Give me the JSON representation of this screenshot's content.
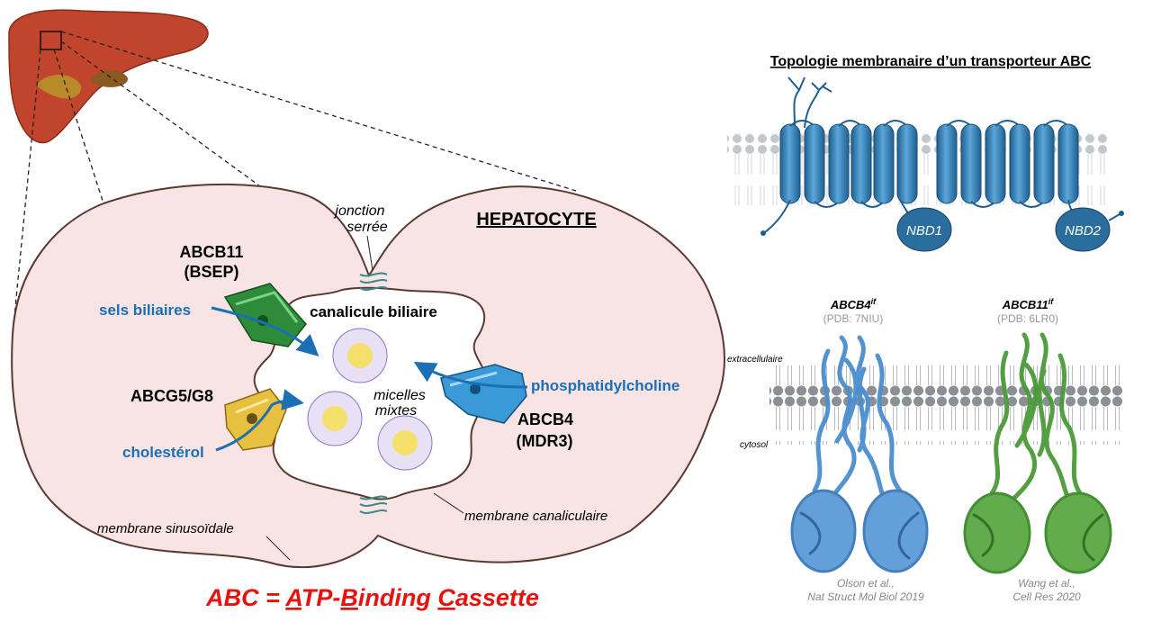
{
  "hepatocyte": {
    "title": "HEPATOCYTE",
    "tight_junction": [
      "jonction",
      "serrée"
    ],
    "canaliculus": "canalicule biliaire",
    "micelles": [
      "micelles",
      "mixtes"
    ],
    "sinusoidal_membrane": "membrane sinusoïdale",
    "canalicular_membrane": "membrane canaliculaire"
  },
  "transporters": {
    "abcb11": {
      "name": "ABCB11",
      "alias": "(BSEP)",
      "substrate": "sels biliaires"
    },
    "abcg5g8": {
      "name": "ABCG5/G8",
      "substrate": "cholestérol"
    },
    "abcb4": {
      "name": "ABCB4",
      "alias": "(MDR3)",
      "substrate": "phosphatidylcholine"
    }
  },
  "footer": {
    "abc": "ABC = ",
    "a": "A",
    "tp": "TP-",
    "b": "B",
    "inding": "inding ",
    "c": "C",
    "assette": "assette"
  },
  "topology": {
    "title": "Topologie membranaire d’un transporteur ABC",
    "nbd1": "NBD1",
    "nbd2": "NBD2"
  },
  "structures": {
    "extracellular": "extracellulaire",
    "cytosol": "cytosol",
    "abcb4": {
      "name": "ABCB4",
      "sup": "if",
      "pdb": "(PDB: 7NIU)",
      "ref1": "Olson et al.,",
      "ref2": "Nat Struct Mol Biol 2019"
    },
    "abcb11": {
      "name": "ABCB11",
      "sup": "if",
      "pdb": "(PDB: 6LR0)",
      "ref1": "Wang et al.,",
      "ref2": "Cell Res 2020"
    }
  },
  "colors": {
    "cell_fill": "#f8e4e4",
    "cell_stroke": "#5a3a30",
    "liver": "#c0452c",
    "label_blue": "#1a6fb5",
    "footer_red": "#e8120c",
    "bsep_green": "#2e8b3a",
    "abcg_yellow": "#e8c040",
    "mdr3_blue": "#3a9ad8",
    "topo_blue": "#3a87c0",
    "struct_blue": "#5b9bd8",
    "struct_green": "#5aa845"
  }
}
